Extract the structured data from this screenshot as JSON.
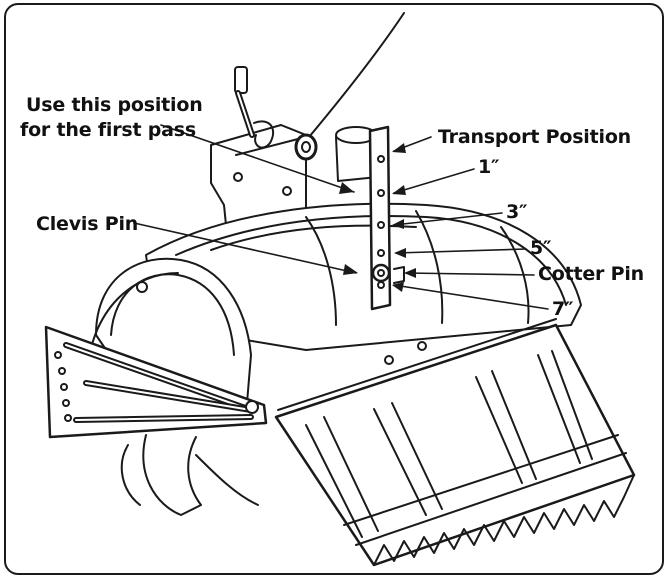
{
  "labels": {
    "first_pass_line1": "Use this position",
    "first_pass_line2": "for the first pass",
    "transport_position": "Transport Position",
    "depth_1": "1″",
    "depth_3": "3″",
    "depth_5": "5″",
    "depth_7": "7″",
    "clevis_pin": "Clevis Pin",
    "cotter_pin": "Cotter Pin"
  },
  "colors": {
    "line": "#1a1a1a",
    "fill": "#ffffff"
  }
}
